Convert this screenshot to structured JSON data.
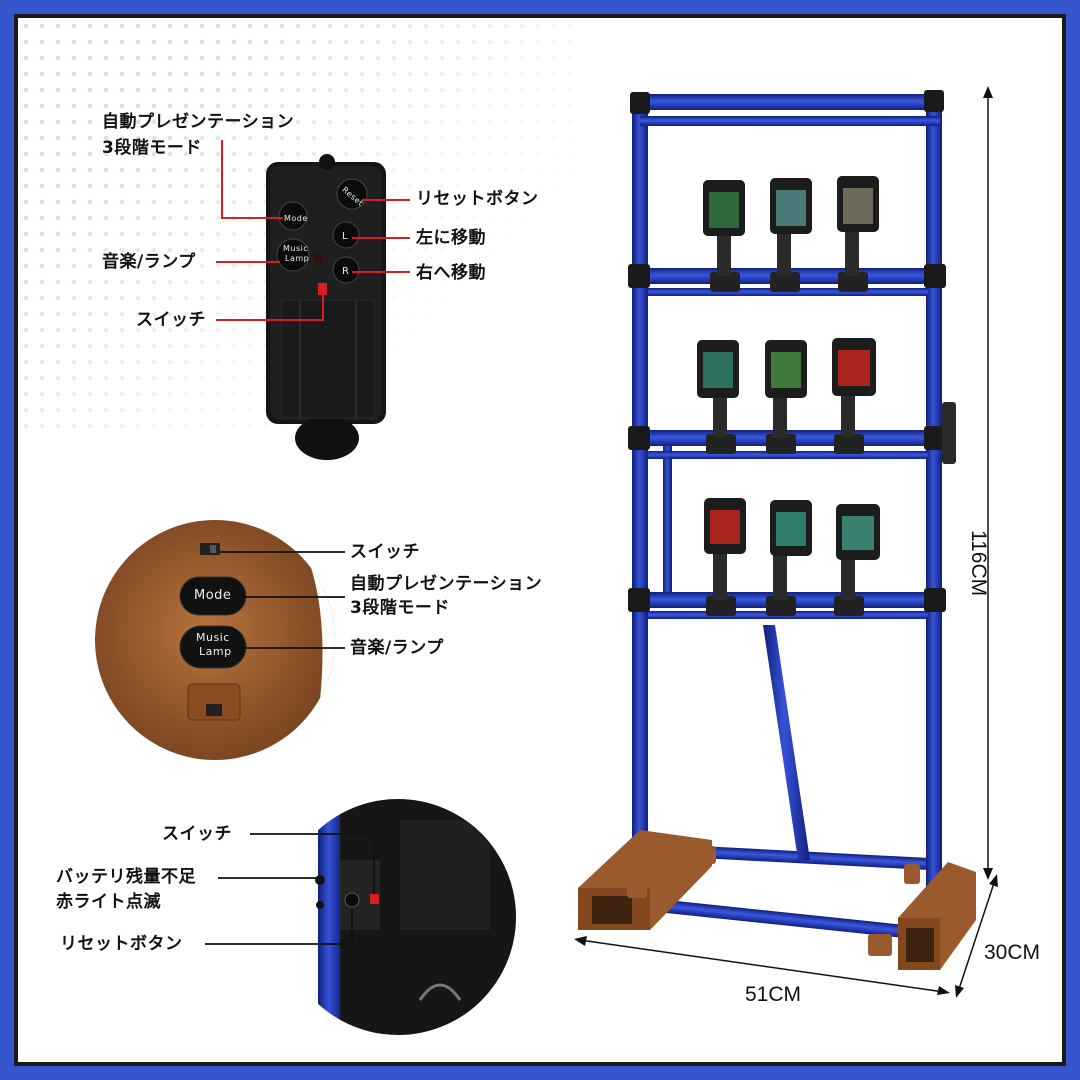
{
  "remote_callouts": {
    "auto_demo_line1": "自動プレゼンテーション",
    "auto_demo_line2": "3段階モード",
    "music_lamp": "音楽/ランプ",
    "switch": "スイッチ",
    "reset_button": "リセットボタン",
    "move_left": "左に移動",
    "move_right": "右へ移動"
  },
  "remote_keys": {
    "mode": "Mode",
    "music": "Music",
    "lamp": "Lamp",
    "reset": "Reset",
    "left": "L",
    "right": "R"
  },
  "detail_callouts": {
    "switch": "スイッチ",
    "auto_demo_line1": "自動プレゼンテーション",
    "auto_demo_line2": "3段階モード",
    "music_lamp": "音楽/ランプ"
  },
  "detail_keys": {
    "mode": "Mode",
    "music": "Music",
    "lamp": "Lamp"
  },
  "base_callouts": {
    "switch": "スイッチ",
    "low_battery_line1": "バッテリ残量不足",
    "low_battery_line2": "赤ライト点滅",
    "reset_button": "リセットボタン"
  },
  "dimensions": {
    "height": "116CM",
    "width": "51CM",
    "depth": "30CM"
  },
  "colors": {
    "frame_border": "#3355cc",
    "stand_tube": "#1f36b8",
    "base_brown": "#9a5a2e",
    "callout_line": "#d81e1e"
  }
}
